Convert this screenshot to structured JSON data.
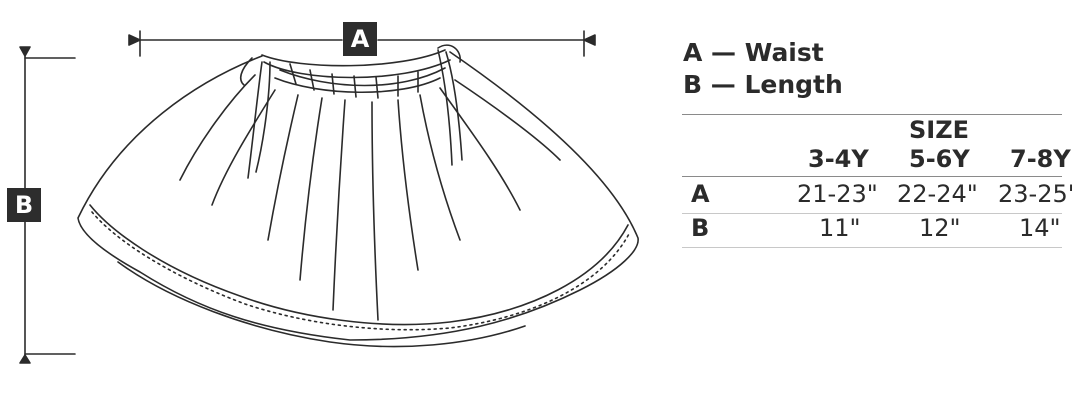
{
  "diagram": {
    "dimension_a_tag": "A",
    "dimension_b_tag": "B",
    "line_color": "#2b2b2b",
    "tag_color": "#2d2d2d"
  },
  "legend": {
    "a": "A — Waist",
    "b": "B — Length"
  },
  "size_table": {
    "title": "SIZE",
    "columns": [
      "3-4Y",
      "5-6Y",
      "7-8Y"
    ],
    "rows": [
      {
        "label": "A",
        "values": [
          "21-23\"",
          "22-24\"",
          "23-25\""
        ]
      },
      {
        "label": "B",
        "values": [
          "11\"",
          "12\"",
          "14\""
        ]
      }
    ]
  }
}
